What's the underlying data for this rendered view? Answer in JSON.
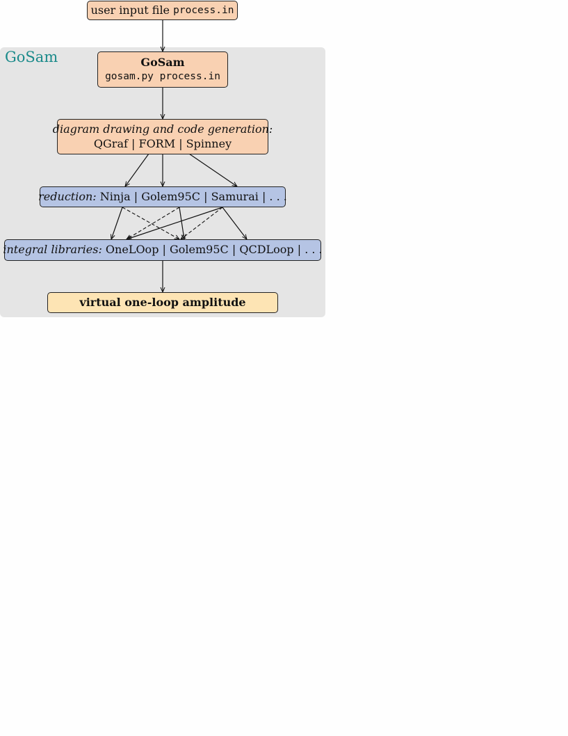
{
  "input_box": {
    "prefix": "user input file",
    "file": "process.in"
  },
  "gosam_panel": {
    "title": "GoSam"
  },
  "gosam_box": {
    "name": "GoSam",
    "command": "gosam.py process.in"
  },
  "codegen_box": {
    "heading": "diagram drawing and code generation:",
    "tools": "QGraf | FORM | Spinney"
  },
  "reduction_box": {
    "heading": "reduction:",
    "tools": "Ninja | Golem95C | Samurai | . . ."
  },
  "integral_box": {
    "heading": "integral libraries:",
    "tools": "OneLOop | Golem95C | QCDLoop | . . ."
  },
  "output_box": {
    "label": "virtual one-loop amplitude"
  },
  "colors": {
    "orange": "#f9d1b2",
    "blue": "#b5c4e4",
    "yellow": "#fde4b4",
    "panel": "#e5e5e5",
    "title": "#1a8a8a"
  }
}
